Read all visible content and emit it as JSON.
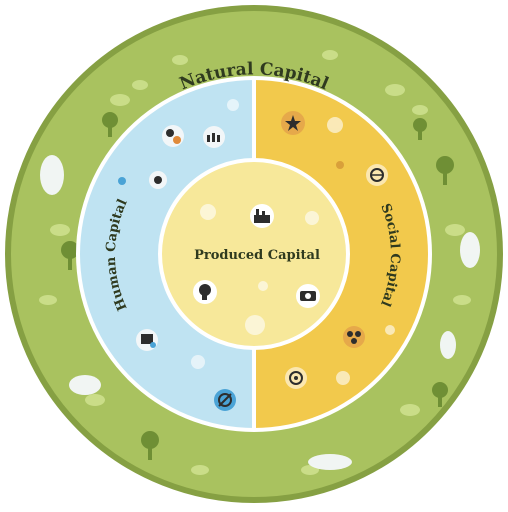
{
  "rings": {
    "outer": {
      "label": "Natural Capital",
      "color": "#a5bf5a",
      "border": "#7f9a3c"
    },
    "left": {
      "label": "Human Capital",
      "color": "#bfe3f2"
    },
    "right": {
      "label": "Social Capital",
      "color": "#f2c94c"
    },
    "center": {
      "label": "Produced Capital",
      "color": "#f7e89a"
    }
  },
  "icons": {
    "center": [
      "factory-icon",
      "idea-head-icon",
      "money-icon"
    ],
    "left": [
      "gear-people-icon",
      "community-icon",
      "wellbeing-icon",
      "learning-icon",
      "no-discrimination-icon"
    ],
    "right": [
      "star-award-icon",
      "globe-icon",
      "network-icon",
      "handshake-icon"
    ]
  }
}
